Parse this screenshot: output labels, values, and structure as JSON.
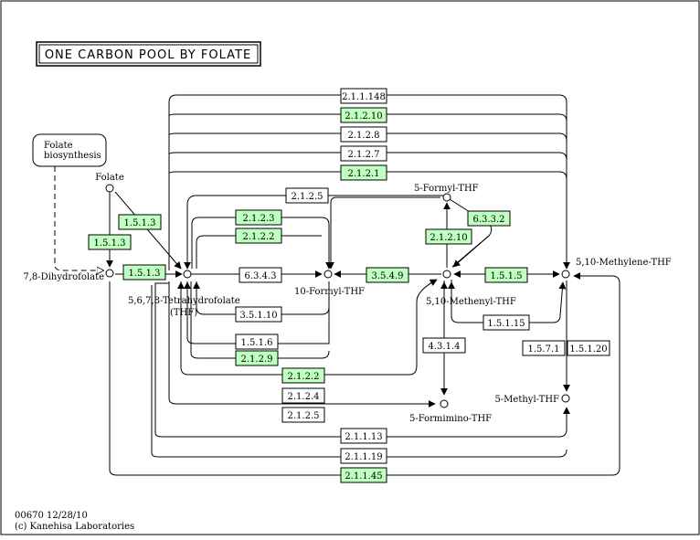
{
  "title": "ONE CARBON POOL BY FOLATE",
  "colors": {
    "enzyme_highlight": "#bfffbf",
    "enzyme_plain": "#ffffff",
    "line": "#000000"
  },
  "pathway_link": "Folate biosynthesis",
  "compounds": {
    "folate": "Folate",
    "dihydrofolate": "7,8-Dihydrofolate",
    "thf": "5,6,7,8-Tetrahydrofolate",
    "thf_abbrev": "(THF)",
    "formyl10": "10-Formyl-THF",
    "methenyl": "5,10-Methenyl-THF",
    "formyl5": "5-Formyl-THF",
    "methylene": "5,10-Methylene-THF",
    "methyl": "5-Methyl-THF",
    "formimino": "5-Formimino-THF"
  },
  "enzymes": [
    {
      "id": "e_2_1_1_148",
      "label": "2.1.1.148",
      "highlight": false
    },
    {
      "id": "e_2_1_2_10_top",
      "label": "2.1.2.10",
      "highlight": true
    },
    {
      "id": "e_2_1_2_8",
      "label": "2.1.2.8",
      "highlight": false
    },
    {
      "id": "e_2_1_2_7",
      "label": "2.1.2.7",
      "highlight": false
    },
    {
      "id": "e_2_1_2_1",
      "label": "2.1.2.1",
      "highlight": true
    },
    {
      "id": "e_2_1_2_5_a",
      "label": "2.1.2.5",
      "highlight": false
    },
    {
      "id": "e_2_1_2_3",
      "label": "2.1.2.3",
      "highlight": true
    },
    {
      "id": "e_2_1_2_2_a",
      "label": "2.1.2.2",
      "highlight": true
    },
    {
      "id": "e_6_3_4_3",
      "label": "6.3.4.3",
      "highlight": false
    },
    {
      "id": "e_3_5_4_9",
      "label": "3.5.4.9",
      "highlight": true
    },
    {
      "id": "e_1_5_1_5",
      "label": "1.5.1.5",
      "highlight": true
    },
    {
      "id": "e_2_1_2_10_mid",
      "label": "2.1.2.10",
      "highlight": true
    },
    {
      "id": "e_6_3_3_2",
      "label": "6.3.3.2",
      "highlight": true
    },
    {
      "id": "e_1_5_1_3_a",
      "label": "1.5.1.3",
      "highlight": true
    },
    {
      "id": "e_1_5_1_3_b",
      "label": "1.5.1.3",
      "highlight": true
    },
    {
      "id": "e_1_5_1_3_c",
      "label": "1.5.1.3",
      "highlight": true
    },
    {
      "id": "e_3_5_1_10",
      "label": "3.5.1.10",
      "highlight": false
    },
    {
      "id": "e_1_5_1_6",
      "label": "1.5.1.6",
      "highlight": false
    },
    {
      "id": "e_2_1_2_9",
      "label": "2.1.2.9",
      "highlight": true
    },
    {
      "id": "e_2_1_2_2_b",
      "label": "2.1.2.2",
      "highlight": true
    },
    {
      "id": "e_1_5_1_15",
      "label": "1.5.1.15",
      "highlight": false
    },
    {
      "id": "e_4_3_1_4",
      "label": "4.3.1.4",
      "highlight": false
    },
    {
      "id": "e_1_5_7_1",
      "label": "1.5.7.1",
      "highlight": false
    },
    {
      "id": "e_1_5_1_20",
      "label": "1.5.1.20",
      "highlight": false
    },
    {
      "id": "e_2_1_2_4",
      "label": "2.1.2.4",
      "highlight": false
    },
    {
      "id": "e_2_1_2_5_b",
      "label": "2.1.2.5",
      "highlight": false
    },
    {
      "id": "e_2_1_1_13",
      "label": "2.1.1.13",
      "highlight": false
    },
    {
      "id": "e_2_1_1_19",
      "label": "2.1.1.19",
      "highlight": false
    },
    {
      "id": "e_2_1_1_45",
      "label": "2.1.1.45",
      "highlight": true
    }
  ],
  "footer": {
    "map_id_date": "00670 12/28/10",
    "copyright": "(c) Kanehisa Laboratories"
  }
}
